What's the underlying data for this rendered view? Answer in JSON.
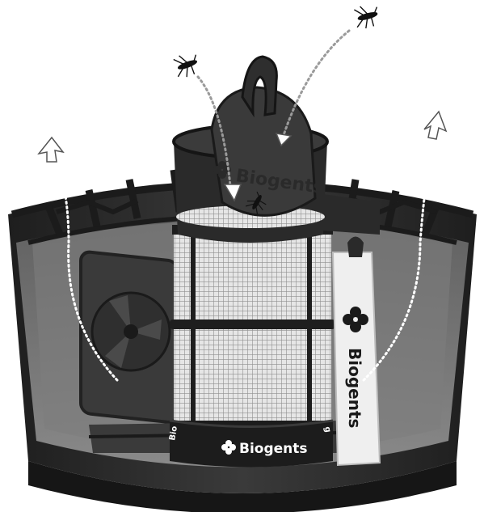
{
  "illustration": {
    "brand": {
      "lid_text": "Biogents",
      "base_ring_text": "Biogents",
      "left_ring_text": "Bio",
      "right_ring_text": "g",
      "lure_bag_text": "Biogents"
    },
    "colors": {
      "trap_body": "#2b2b2b",
      "trap_inner": "#8a8a8a",
      "mesh": "#bfbfbf",
      "airflow_arrow": "#ffffff",
      "lure_bag": "#f2f2f2"
    },
    "icons": {
      "insect": "mosquito-icon",
      "fan": "fan-icon",
      "logo": "biogents-flower-logo-icon"
    }
  }
}
